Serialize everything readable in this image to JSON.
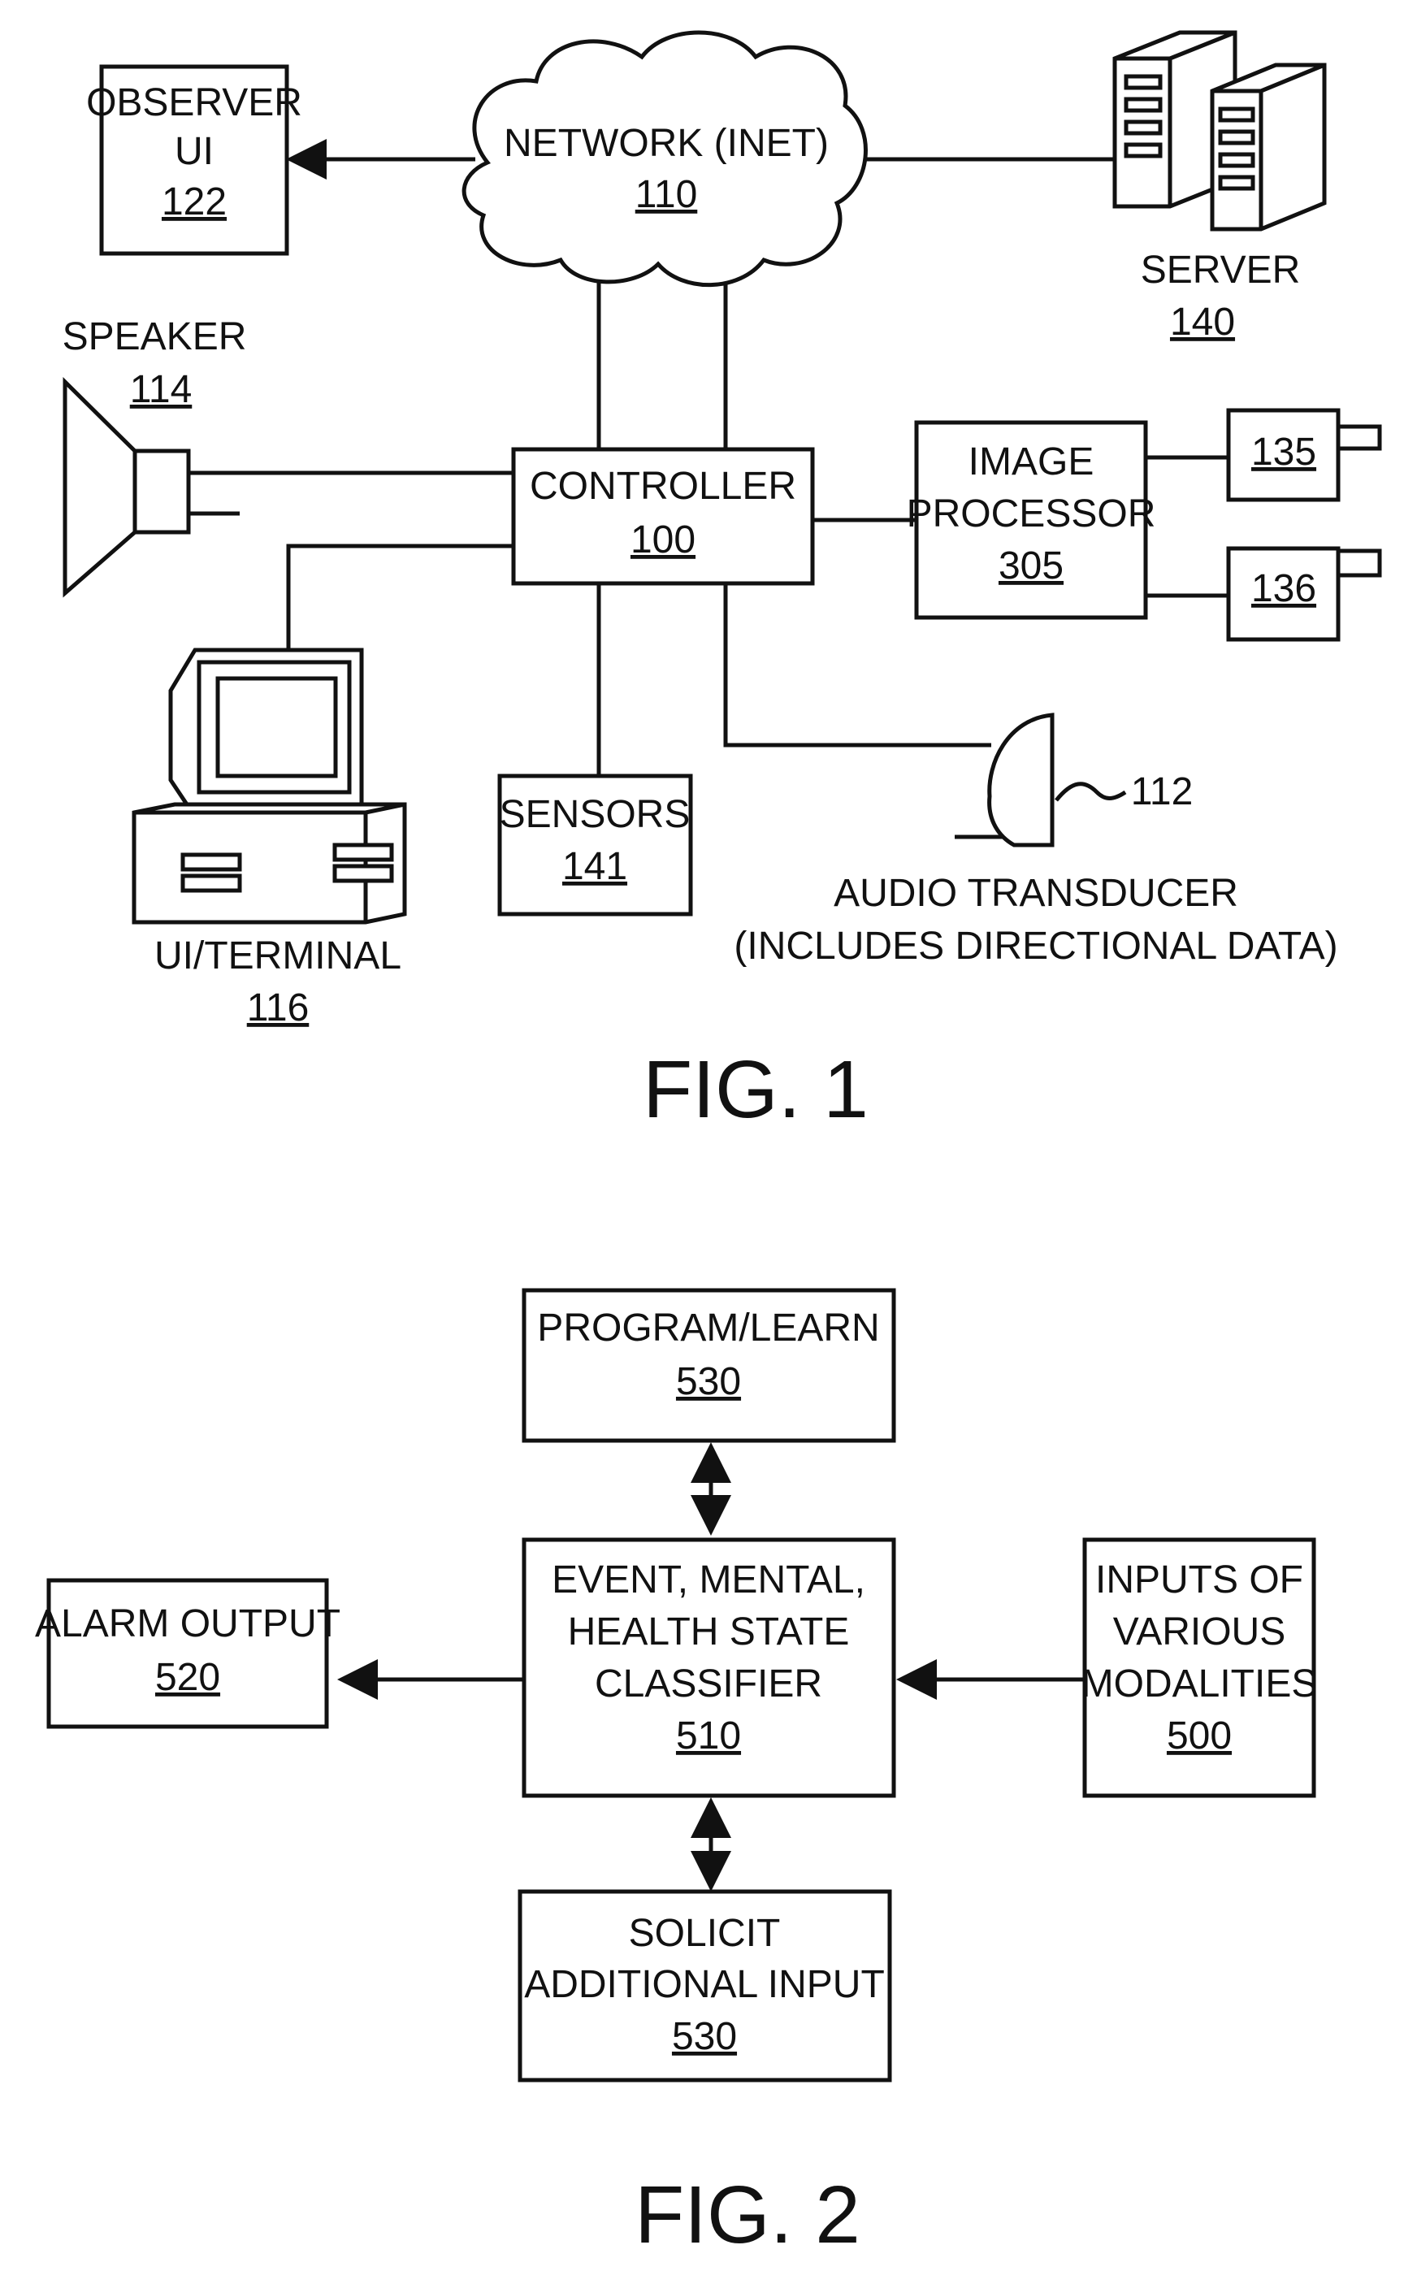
{
  "fig1": {
    "caption": "FIG. 1",
    "observer_ui": {
      "label1": "OBSERVER",
      "label2": "UI",
      "ref": "122"
    },
    "network": {
      "label": "NETWORK (INET)",
      "ref": "110"
    },
    "server": {
      "label": "SERVER",
      "ref": "140"
    },
    "speaker": {
      "label": "SPEAKER",
      "ref": "114"
    },
    "controller": {
      "label": "CONTROLLER",
      "ref": "100"
    },
    "image_processor": {
      "label1": "IMAGE",
      "label2": "PROCESSOR",
      "ref": "305"
    },
    "camera_a": {
      "ref": "135"
    },
    "camera_b": {
      "ref": "136"
    },
    "ui_terminal": {
      "label": "UI/TERMINAL",
      "ref": "116"
    },
    "sensors": {
      "label": "SENSORS",
      "ref": "141"
    },
    "audio_transducer": {
      "ref": "112",
      "label1": "AUDIO TRANSDUCER",
      "label2": "(INCLUDES DIRECTIONAL DATA)"
    }
  },
  "fig2": {
    "caption": "FIG. 2",
    "program_learn": {
      "label": "PROGRAM/LEARN",
      "ref": "530"
    },
    "classifier": {
      "label1": "EVENT, MENTAL,",
      "label2": "HEALTH STATE",
      "label3": "CLASSIFIER",
      "ref": "510"
    },
    "alarm_output": {
      "label": "ALARM OUTPUT",
      "ref": "520"
    },
    "inputs": {
      "label1": "INPUTS OF",
      "label2": "VARIOUS",
      "label3": "MODALITIES",
      "ref": "500"
    },
    "solicit": {
      "label1": "SOLICIT",
      "label2": "ADDITIONAL INPUT",
      "ref": "530"
    }
  }
}
